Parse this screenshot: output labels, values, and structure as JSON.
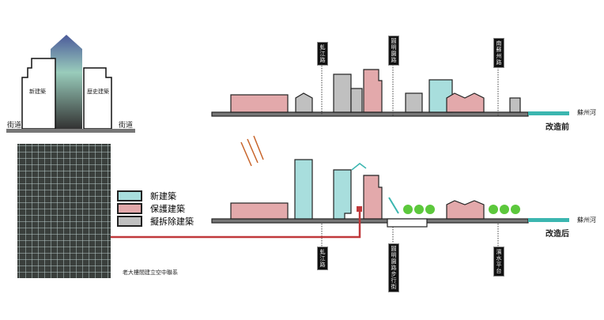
{
  "sketch": {
    "new_building": "新建築",
    "historic_building": "歴史建築",
    "street_left": "街道",
    "street_right": "街道"
  },
  "legend": [
    {
      "label": "新建築",
      "color": "#a8dedd"
    },
    {
      "label": "保護建築",
      "color": "#e3a9ab"
    },
    {
      "label": "擬拆除建築",
      "color": "#c0c0c0"
    }
  ],
  "photo_caption": "老大樓間建立空中聯系",
  "before": {
    "title": "改造前",
    "river": "蘇州河",
    "roads": [
      "虬江路",
      "圓明園路",
      "南蘇州路"
    ]
  },
  "after": {
    "title": "改造后",
    "river": "蘇州河",
    "roads": [
      "虬江路",
      "圓明園路步行街",
      "濱水平台"
    ]
  },
  "colors": {
    "river": "#3bb6b0",
    "link": "#c0393b",
    "sun": "#c8642a",
    "tree": "#5cc83c"
  }
}
